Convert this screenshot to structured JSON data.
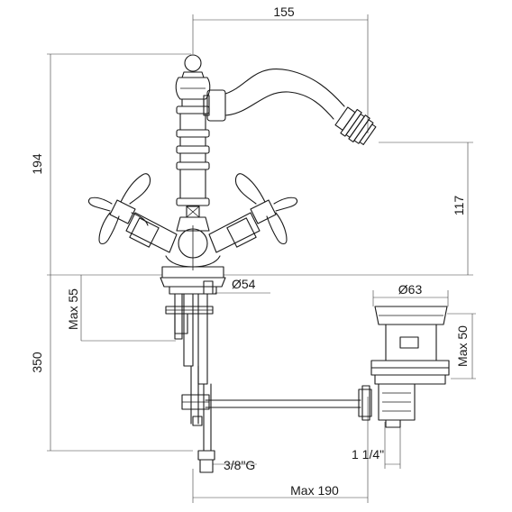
{
  "dimensions": {
    "spout_reach": "155",
    "total_height": "194",
    "spout_height": "117",
    "base_diameter": "Ø54",
    "max_deck_thickness": "Max 55",
    "tail_length": "350",
    "drain_diameter": "Ø63",
    "drain_max": "Max 50",
    "drain_thread": "1 1/4\"",
    "supply_thread": "3/8\"G",
    "max_rod_length": "Max 190"
  }
}
